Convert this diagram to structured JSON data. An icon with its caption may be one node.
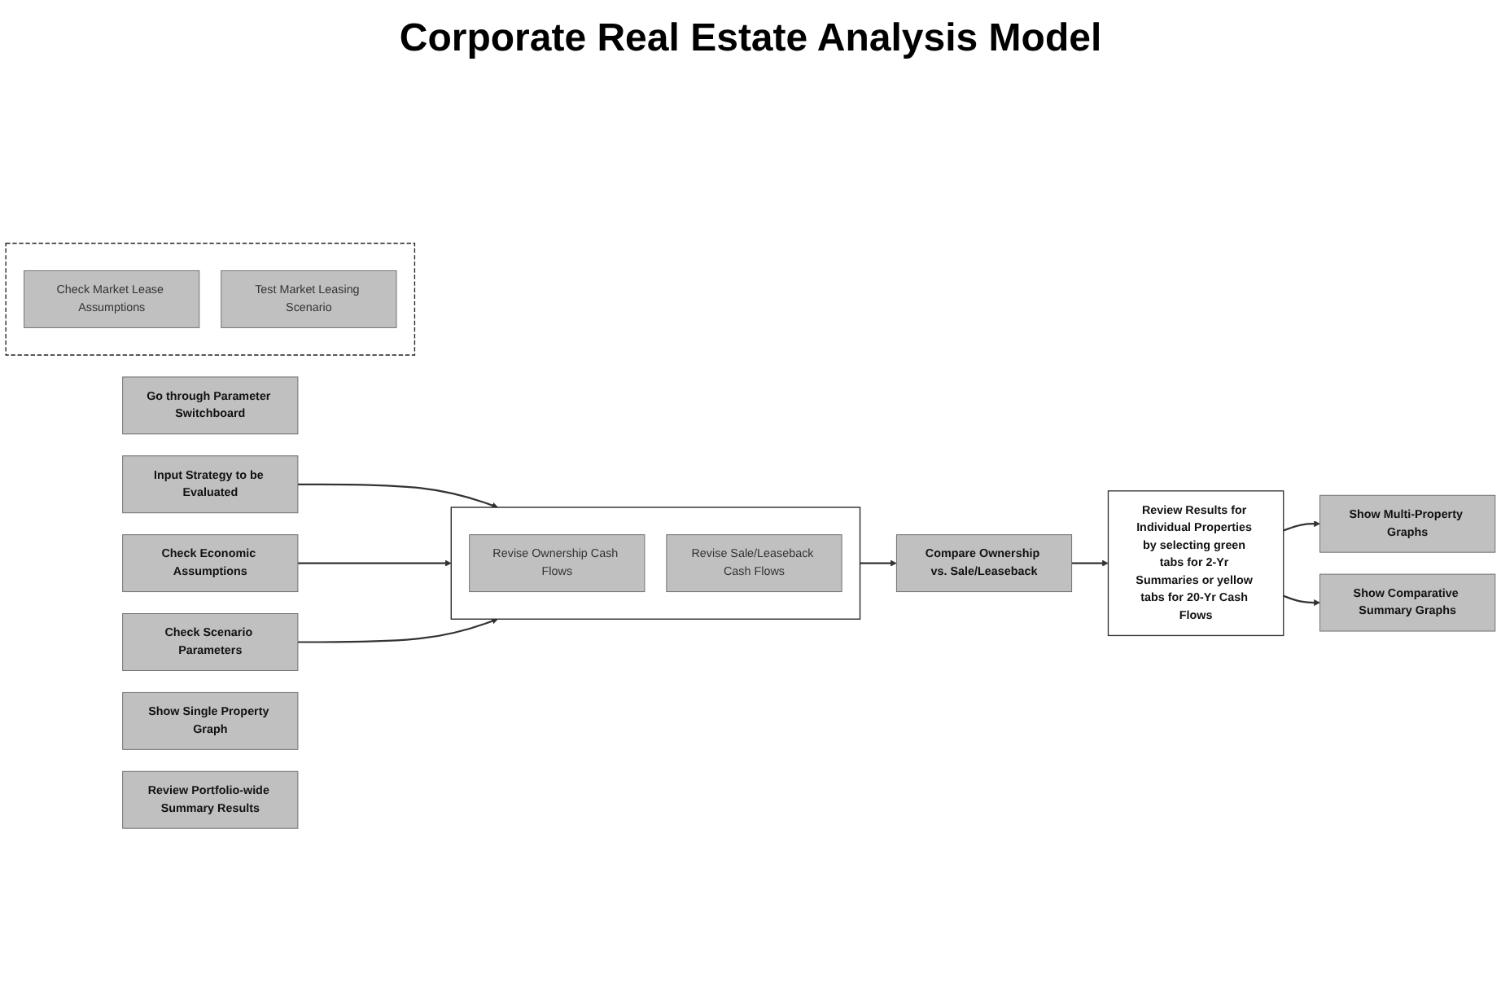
{
  "diagram": {
    "title": "Corporate Real Estate Analysis Model",
    "nodes": [
      {
        "text": [
          "Go through Parameter Switchboard"
        ]
      },
      {
        "text": [
          "Compare Ownership vs. Sale/Leaseback"
        ]
      },
      {
        "text": [
          "Review Results for Individual Properties by selecting green tabs for 2-Yr Summaries or yellow tabs for 20-Yr Cash Flows"
        ]
      },
      {
        "text": [
          "Input Strategy to be Evaluated"
        ]
      },
      {
        "text": [],
        "shape": "box"
      },
      {
        "text": [
          "Revise Ownership Cash Flows"
        ],
        "in": 4
      },
      {
        "text": [
          "Revise Sale/Leaseback Cash Flows"
        ],
        "in": 4
      },
      {
        "text": [
          "Show Multi-Property Graphs"
        ]
      },
      {
        "text": [
          "Show Comparative Summary Graphs"
        ]
      },
      {
        "text": [
          "Check Economic Assumptions"
        ]
      },
      {
        "text": [
          "Check Scenario Parameters"
        ]
      },
      {
        "text": [
          "Show Single Property Graph"
        ]
      },
      {
        "text": [
          "Review Portfolio-wide Summary Results"
        ]
      },
      {
        "text": [],
        "shape": "box"
      },
      {
        "text": [
          "Check Market Lease Assumptions"
        ],
        "in": 13
      },
      {
        "text": [
          "Test Market Leasing Scenario"
        ],
        "in": 13
      }
    ],
    "edges": [
      {
        "from": 3,
        "to": 4,
        "arrow": "to"
      },
      {
        "from": 9,
        "to": 4,
        "arrow": "to"
      },
      {
        "from": 10,
        "to": 4,
        "arrow": "to"
      },
      {
        "from": 4,
        "to": 1,
        "arrow": "to"
      },
      {
        "from": 1,
        "to": 2,
        "arrow": "to"
      },
      {
        "from": 2,
        "to": 7,
        "arrow": "to"
      },
      {
        "from": 2,
        "to": 8,
        "arrow": "to"
      }
    ]
  }
}
